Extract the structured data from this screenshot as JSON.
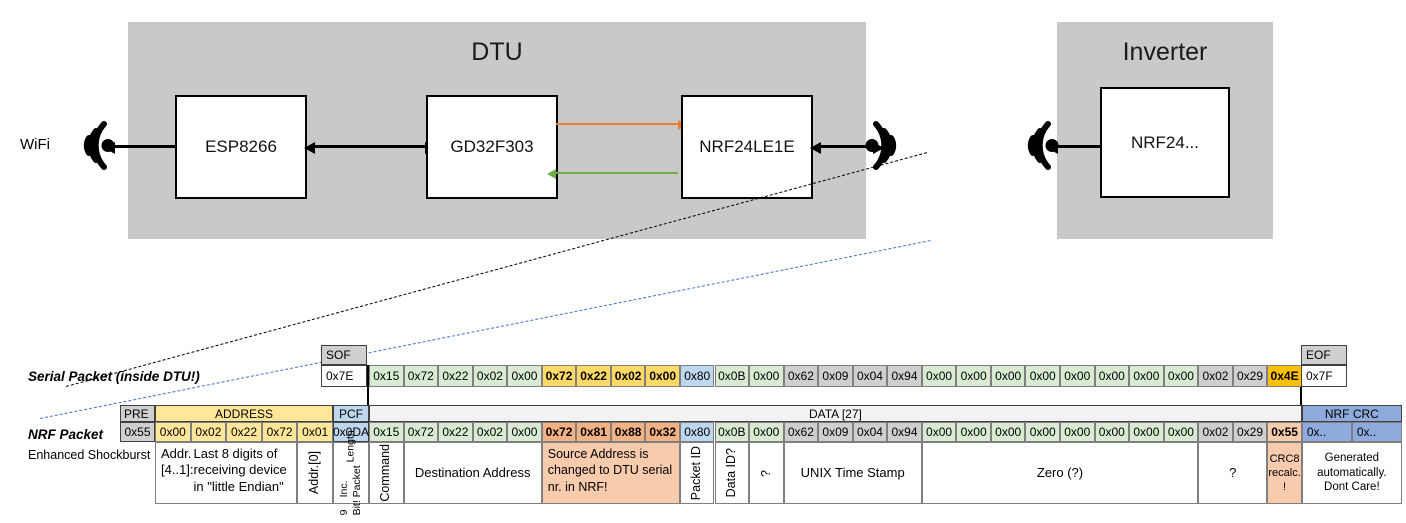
{
  "block_diagram": {
    "dtu": {
      "title": "DTU",
      "chips": [
        {
          "name": "ESP8266"
        },
        {
          "name": "GD32F303"
        },
        {
          "name": "NRF24LE1E"
        }
      ],
      "wifi_label": "WiFi",
      "arrow_tx_color": "#ED7D31",
      "arrow_rx_color": "#70AD47"
    },
    "inverter": {
      "title": "Inverter",
      "chips": [
        {
          "name": "NRF24..."
        }
      ]
    }
  },
  "serial_packet": {
    "label": "Serial Packet (inside DTU!)",
    "sof": {
      "header": "SOF",
      "value": "0x7E"
    },
    "eof": {
      "header": "EOF",
      "value": "0x7F"
    },
    "bytes": [
      {
        "v": "0x15",
        "c": "green"
      },
      {
        "v": "0x72",
        "c": "green"
      },
      {
        "v": "0x22",
        "c": "green"
      },
      {
        "v": "0x02",
        "c": "green"
      },
      {
        "v": "0x00",
        "c": "green"
      },
      {
        "v": "0x72",
        "c": "amber"
      },
      {
        "v": "0x22",
        "c": "amber"
      },
      {
        "v": "0x02",
        "c": "amber"
      },
      {
        "v": "0x00",
        "c": "amber"
      },
      {
        "v": "0x80",
        "c": "blue"
      },
      {
        "v": "0x0B",
        "c": "green"
      },
      {
        "v": "0x00",
        "c": "green"
      },
      {
        "v": "0x62",
        "c": "gray"
      },
      {
        "v": "0x09",
        "c": "gray"
      },
      {
        "v": "0x04",
        "c": "gray"
      },
      {
        "v": "0x94",
        "c": "gray"
      },
      {
        "v": "0x00",
        "c": "green"
      },
      {
        "v": "0x00",
        "c": "green"
      },
      {
        "v": "0x00",
        "c": "green"
      },
      {
        "v": "0x00",
        "c": "green"
      },
      {
        "v": "0x00",
        "c": "green"
      },
      {
        "v": "0x00",
        "c": "green"
      },
      {
        "v": "0x00",
        "c": "green"
      },
      {
        "v": "0x00",
        "c": "green"
      },
      {
        "v": "0x02",
        "c": "gray"
      },
      {
        "v": "0x29",
        "c": "gray"
      },
      {
        "v": "0x4E",
        "c": "amberdark"
      }
    ]
  },
  "nrf_packet": {
    "label": "NRF Packet",
    "sublabel": "Enhanced Shockburst",
    "headers": {
      "pre": "PRE",
      "address": "ADDRESS",
      "pcf": "PCF",
      "data": "DATA [27]",
      "crc": "NRF CRC"
    },
    "pre_value": "0x55",
    "address_values": [
      "0x00",
      "0x02",
      "0x22",
      "0x72",
      "0x01"
    ],
    "pcf_value": "0x0DA",
    "crc_values": [
      "0x..",
      "0x.."
    ],
    "bytes": [
      {
        "v": "0x15",
        "c": "green"
      },
      {
        "v": "0x72",
        "c": "green"
      },
      {
        "v": "0x22",
        "c": "green"
      },
      {
        "v": "0x02",
        "c": "green"
      },
      {
        "v": "0x00",
        "c": "green"
      },
      {
        "v": "0x72",
        "c": "orange"
      },
      {
        "v": "0x81",
        "c": "orange"
      },
      {
        "v": "0x88",
        "c": "orange"
      },
      {
        "v": "0x32",
        "c": "orange"
      },
      {
        "v": "0x80",
        "c": "blue"
      },
      {
        "v": "0x0B",
        "c": "green"
      },
      {
        "v": "0x00",
        "c": "green"
      },
      {
        "v": "0x62",
        "c": "gray"
      },
      {
        "v": "0x09",
        "c": "gray"
      },
      {
        "v": "0x04",
        "c": "gray"
      },
      {
        "v": "0x94",
        "c": "gray"
      },
      {
        "v": "0x00",
        "c": "green"
      },
      {
        "v": "0x00",
        "c": "green"
      },
      {
        "v": "0x00",
        "c": "green"
      },
      {
        "v": "0x00",
        "c": "green"
      },
      {
        "v": "0x00",
        "c": "green"
      },
      {
        "v": "0x00",
        "c": "green"
      },
      {
        "v": "0x00",
        "c": "green"
      },
      {
        "v": "0x00",
        "c": "green"
      },
      {
        "v": "0x02",
        "c": "gray"
      },
      {
        "v": "0x29",
        "c": "gray"
      },
      {
        "v": "0x55",
        "c": "salmon"
      }
    ],
    "descriptions": {
      "address": "Addr. [4..1]:\nLast 8 digits of receiving device in \"little Endian\"",
      "addr0": "Addr.[0]",
      "pcf": [
        "9 Bit!",
        "Inc. Packet",
        "Length"
      ],
      "command": "Command",
      "destination": "Destination Address",
      "source": "Source Address is changed to DTU serial nr. in NRF!",
      "packet_id": "Packet ID",
      "data_id": "Data ID?",
      "unknown1": "?",
      "timestamp": "UNIX Time Stamp",
      "zero": "Zero (?)",
      "unknown2": "?",
      "crc8": "CRC8 recalc. !",
      "crc_note": "Generated automatically.\nDont Care!"
    }
  }
}
